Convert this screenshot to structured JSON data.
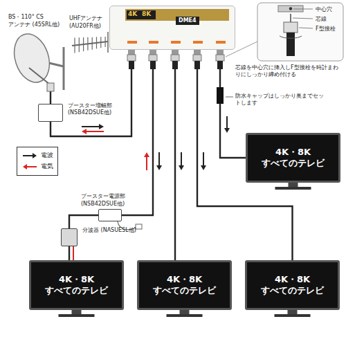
{
  "diagram": {
    "nodes": [
      {
        "text": [
          "BS・110° CS アンテナ (45SRL他)"
        ]
      },
      {
        "text": [
          "UHFアンテナ (AU20FR他)"
        ]
      },
      {
        "text": [
          "ブースター増幅部 (NSB42DSUE他)"
        ]
      },
      {
        "text": [
          "DME4"
        ]
      },
      {
        "text": [
          "4K・8K すべてのテレビ"
        ]
      },
      {
        "text": [
          "ブースター電源部 (NSB42DSUE他)"
        ]
      },
      {
        "text": [
          "分波器 (NASUESL他)"
        ]
      },
      {
        "text": [
          "4K・8K すべてのテレビ"
        ]
      },
      {
        "text": [
          "4K・8K すべてのテレビ"
        ]
      },
      {
        "text": [
          "4K・8K すべてのテレビ"
        ]
      }
    ],
    "edges": [
      {
        "from": 0,
        "to": 2,
        "arrow": "none"
      },
      {
        "from": 2,
        "to": 3,
        "arrow": "none"
      },
      {
        "from": 3,
        "to": 4,
        "arrow": "none"
      },
      {
        "from": 3,
        "to": 5,
        "arrow": "none"
      },
      {
        "from": 5,
        "to": 6,
        "arrow": "none"
      },
      {
        "from": 6,
        "to": 7,
        "arrow": "none"
      },
      {
        "from": 3,
        "to": 8,
        "arrow": "none"
      },
      {
        "from": 3,
        "to": 9,
        "arrow": "none"
      }
    ],
    "labels": [
      "4K",
      "8K",
      "中心穴",
      "芯線",
      "F型接栓",
      "芯線を中心穴に挿入しF型接栓を時計まわりにしっかり締め付ける",
      "防水キャップはしっかり奥までセットします"
    ],
    "legend": [
      {
        "text": "電波"
      },
      {
        "text": "電気"
      }
    ]
  }
}
